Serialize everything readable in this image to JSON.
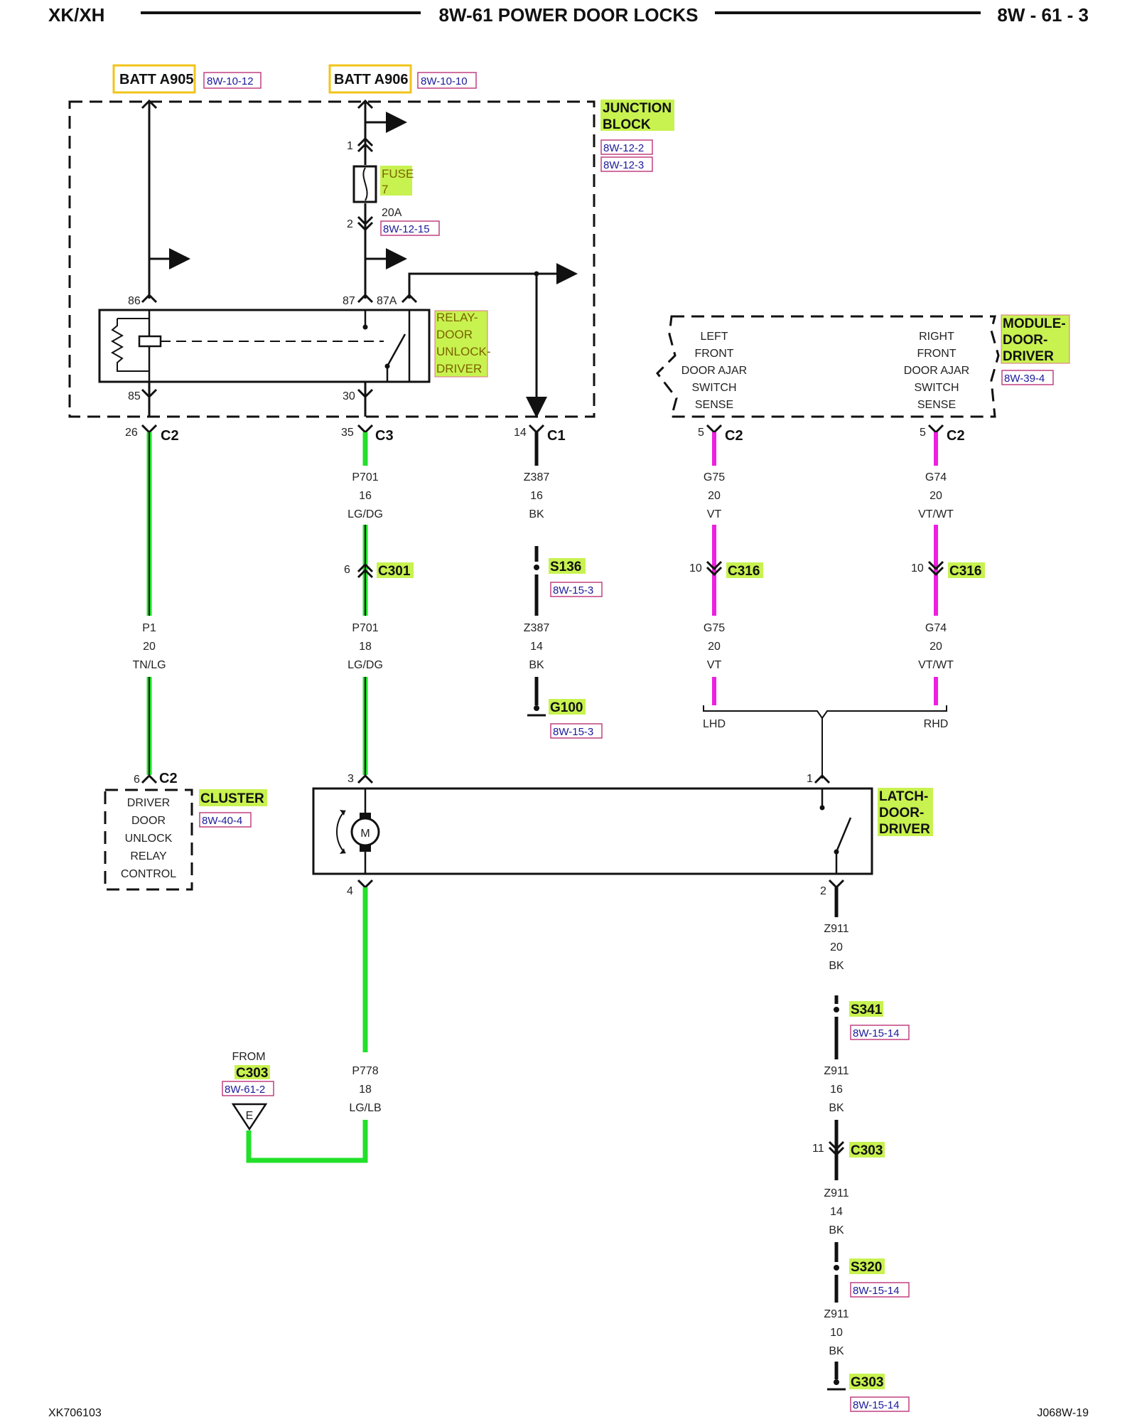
{
  "header": {
    "left": "XK/XH",
    "center": "8W-61 POWER DOOR LOCKS",
    "right": "8W - 61 - 3"
  },
  "footer": {
    "left": "XK706103",
    "right": "J068W-19"
  },
  "batt": [
    {
      "label": "BATT A905",
      "ref": "8W-10-12"
    },
    {
      "label": "BATT A906",
      "ref": "8W-10-10"
    }
  ],
  "junction_block": {
    "label1": "JUNCTION",
    "label2": "BLOCK",
    "ref1": "8W-12-2",
    "ref2": "8W-12-3"
  },
  "fuse": {
    "label1": "FUSE",
    "label2": "7",
    "rating": "20A",
    "ref": "8W-12-15",
    "pin_top": "1",
    "pin_bottom": "2"
  },
  "relay": {
    "label": [
      "RELAY-",
      "DOOR",
      "UNLOCK-",
      "DRIVER"
    ],
    "pins": {
      "p86": "86",
      "p87": "87",
      "p87a": "87A",
      "p85": "85",
      "p30": "30"
    }
  },
  "module": {
    "title": [
      "MODULE-",
      "DOOR-",
      "DRIVER"
    ],
    "ref": "8W-39-4",
    "left_text": [
      "LEFT",
      "FRONT",
      "DOOR AJAR",
      "SWITCH",
      "SENSE"
    ],
    "right_text": [
      "RIGHT",
      "FRONT",
      "DOOR AJAR",
      "SWITCH",
      "SENSE"
    ]
  },
  "wires": {
    "w1": {
      "pin": "26",
      "conn": "C2",
      "name": "P1",
      "gauge": "20",
      "color": "TN/LG"
    },
    "w2": {
      "pin": "35",
      "conn": "C3",
      "name1": "P701",
      "gauge1": "16",
      "color1": "LG/DG",
      "inline_pin": "6",
      "inline_conn": "C301",
      "name2": "P701",
      "gauge2": "18",
      "color2": "LG/DG"
    },
    "w3": {
      "pin": "14",
      "conn": "C1",
      "name1": "Z387",
      "gauge1": "16",
      "color1": "BK",
      "splice": "S136",
      "splice_ref": "8W-15-3",
      "name2": "Z387",
      "gauge2": "14",
      "color2": "BK",
      "ground": "G100",
      "ground_ref": "8W-15-3"
    },
    "w4": {
      "pin": "5",
      "conn": "C2",
      "name1": "G75",
      "gauge1": "20",
      "color1": "VT",
      "inline_pin": "10",
      "inline_conn": "C316",
      "name2": "G75",
      "gauge2": "20",
      "color2": "VT",
      "tag": "LHD"
    },
    "w5": {
      "pin": "5",
      "conn": "C2",
      "name1": "G74",
      "gauge1": "20",
      "color1": "VT/WT",
      "inline_pin": "10",
      "inline_conn": "C316",
      "name2": "G74",
      "gauge2": "20",
      "color2": "VT/WT",
      "tag": "RHD"
    }
  },
  "cluster": {
    "label": "CLUSTER",
    "ref": "8W-40-4",
    "pin": "6",
    "conn": "C2",
    "text": [
      "DRIVER",
      "DOOR",
      "UNLOCK",
      "RELAY",
      "CONTROL"
    ]
  },
  "latch": {
    "label": [
      "LATCH-",
      "DOOR-",
      "DRIVER"
    ],
    "pin3": "3",
    "pin1": "1",
    "pin4": "4",
    "pin2": "2",
    "motor": "M"
  },
  "lower_left": {
    "from": "FROM",
    "conn": "C303",
    "ref": "8W-61-2",
    "tri": "E",
    "name": "P778",
    "gauge": "18",
    "color": "LG/LB"
  },
  "lower_right": {
    "seg1": {
      "name": "Z911",
      "gauge": "20",
      "color": "BK"
    },
    "s341": "S341",
    "s341_ref": "8W-15-14",
    "seg2": {
      "name": "Z911",
      "gauge": "16",
      "color": "BK"
    },
    "c303_pin": "11",
    "c303": "C303",
    "seg3": {
      "name": "Z911",
      "gauge": "14",
      "color": "BK"
    },
    "s320": "S320",
    "s320_ref": "8W-15-14",
    "seg4": {
      "name": "Z911",
      "gauge": "10",
      "color": "BK"
    },
    "g303": "G303",
    "g303_ref": "8W-15-14"
  },
  "colors": {
    "green": "#22e02a",
    "magenta": "#ee20e0",
    "highlight": "#c8f250",
    "battbox": "#f2c41a"
  }
}
